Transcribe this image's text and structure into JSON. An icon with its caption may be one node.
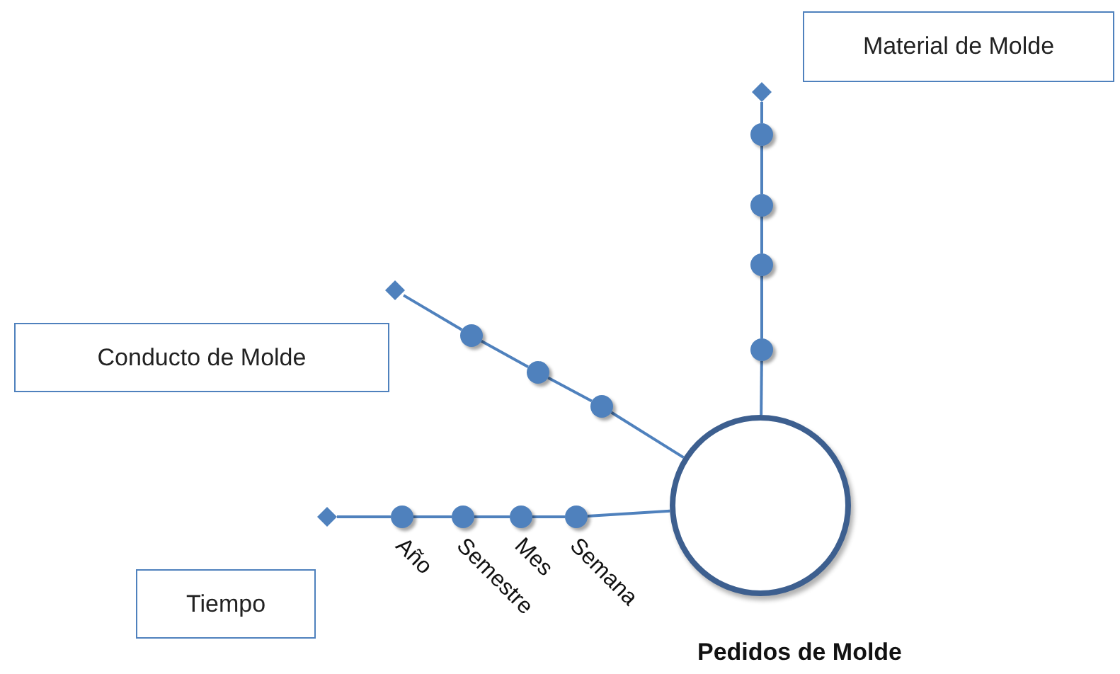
{
  "diagram": {
    "nodes": [
      {
        "text": [
          "Material de Molde"
        ]
      },
      {
        "text": [],
        "shape": "diamond"
      },
      {
        "text": [],
        "shape": "circle"
      },
      {
        "text": [],
        "shape": "circle"
      },
      {
        "text": [],
        "shape": "circle"
      },
      {
        "text": [],
        "shape": "circle"
      },
      {
        "text": [
          "Conducto de Molde"
        ]
      },
      {
        "text": [],
        "shape": "diamond"
      },
      {
        "text": [],
        "shape": "circle"
      },
      {
        "text": [],
        "shape": "circle"
      },
      {
        "text": [],
        "shape": "circle"
      },
      {
        "text": [
          "Tiempo"
        ]
      },
      {
        "text": [],
        "shape": "diamond"
      },
      {
        "text": [],
        "shape": "circle",
        "beside": [
          "Año"
        ]
      },
      {
        "text": [],
        "shape": "circle",
        "beside": [
          "Semestre"
        ]
      },
      {
        "text": [],
        "shape": "circle",
        "beside": [
          "Mes"
        ]
      },
      {
        "text": [],
        "shape": "circle",
        "beside": [
          "Semana"
        ]
      },
      {
        "text": [
          "Pedidos de Molde"
        ]
      }
    ],
    "edges": [
      {
        "from": 17,
        "to": 5,
        "arrow": "none"
      },
      {
        "from": 5,
        "to": 4,
        "arrow": "none"
      },
      {
        "from": 4,
        "to": 3,
        "arrow": "none"
      },
      {
        "from": 3,
        "to": 2,
        "arrow": "none"
      },
      {
        "from": 2,
        "to": 1,
        "arrow": "none"
      },
      {
        "from": 17,
        "to": 10,
        "arrow": "none"
      },
      {
        "from": 10,
        "to": 9,
        "arrow": "none"
      },
      {
        "from": 9,
        "to": 8,
        "arrow": "none"
      },
      {
        "from": 8,
        "to": 7,
        "arrow": "none"
      },
      {
        "from": 17,
        "to": 16,
        "arrow": "none"
      },
      {
        "from": 16,
        "to": 15,
        "arrow": "none"
      },
      {
        "from": 15,
        "to": 14,
        "arrow": "none"
      },
      {
        "from": 14,
        "to": 13,
        "arrow": "none"
      },
      {
        "from": 13,
        "to": 12,
        "arrow": "none"
      }
    ]
  }
}
